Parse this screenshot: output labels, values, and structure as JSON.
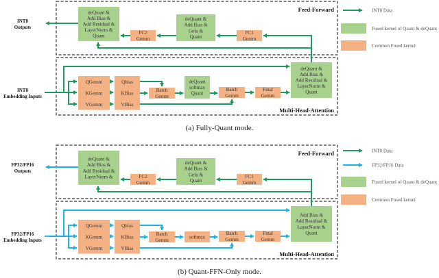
{
  "colors": {
    "int8": "#1e9a5c",
    "fp": "#19b4ec",
    "fused_green": "#a9d18e",
    "common_orange": "#f4b183"
  },
  "panel_a": {
    "caption": "(a)  Fully-Quant mode.",
    "ff_title": "Feed-Forward",
    "mha_title": "Multi-Head-Attention",
    "outputs_label": [
      "INT8",
      "Outputs"
    ],
    "inputs_label": [
      "INT8",
      "Embedding Inputs"
    ],
    "ff_ln": [
      "deQuant &",
      "Add Bias &",
      "Add Residual &",
      "LayerNorm &",
      "Quant"
    ],
    "fc2": [
      "FC2",
      "Gemm"
    ],
    "ff_gelu": [
      "deQuant &",
      "Add Bias &",
      "Gelu &",
      "Quant"
    ],
    "fc1": [
      "FC1",
      "Gemm"
    ],
    "qgemm": [
      "QGemm"
    ],
    "kgemm": [
      "KGemm"
    ],
    "vgemm": [
      "VGemm"
    ],
    "qbias": [
      "Qbias"
    ],
    "kbias": [
      "KBias"
    ],
    "vbias": [
      "VBias"
    ],
    "batch1": [
      "Batch",
      "Gemm"
    ],
    "softmax": [
      "deQuant",
      "softmax",
      "Quant"
    ],
    "batch2": [
      "Batch",
      "Gemm"
    ],
    "final": [
      "Final",
      "Gemm"
    ],
    "mha_ln": [
      "deQuant &",
      "Add Bias &",
      "Add Residual &",
      "LayerNorm &",
      "Quant"
    ],
    "legend": [
      "INT8 Data",
      "Fused kernel of Quant & deQuant",
      "Common Fused kernel"
    ]
  },
  "panel_b": {
    "caption": "(b)  Quant-FFN-Only mode.",
    "ff_title": "Feed-Forward",
    "mha_title": "Multi-Head-Attention",
    "outputs_label": [
      "FP32/FP16",
      "Outputs"
    ],
    "inputs_label": [
      "FP32/FP16",
      "Embedding Inputs"
    ],
    "ff_ln": [
      "deQuant &",
      "Add Bias &",
      "Add Residual &",
      "LayerNorm &"
    ],
    "fc2": [
      "FC2",
      "Gemm"
    ],
    "ff_gelu": [
      "deQuant &",
      "Add Bias &",
      "Gelu &",
      "Quant"
    ],
    "fc1": [
      "FC1",
      "Gemm"
    ],
    "qgemm": [
      "QGemm"
    ],
    "kgemm": [
      "KGemm"
    ],
    "vgemm": [
      "VGemm"
    ],
    "qbias": [
      "Qbias"
    ],
    "kbias": [
      "KBias"
    ],
    "vbias": [
      "VBias"
    ],
    "batch1": [
      "Batch",
      "Gemm"
    ],
    "softmax": [
      "softmax"
    ],
    "batch2": [
      "Batch",
      "Gemm"
    ],
    "final": [
      "Final",
      "Gemm"
    ],
    "mha_ln": [
      "Add Bias &",
      "Add Residual &",
      "LayerNorm &",
      "Quant"
    ],
    "legend": [
      "INT8 Data",
      "FP32/FP16 Data",
      "Fused kernel of Quant & deQuant",
      "Common Fused kernel"
    ]
  }
}
